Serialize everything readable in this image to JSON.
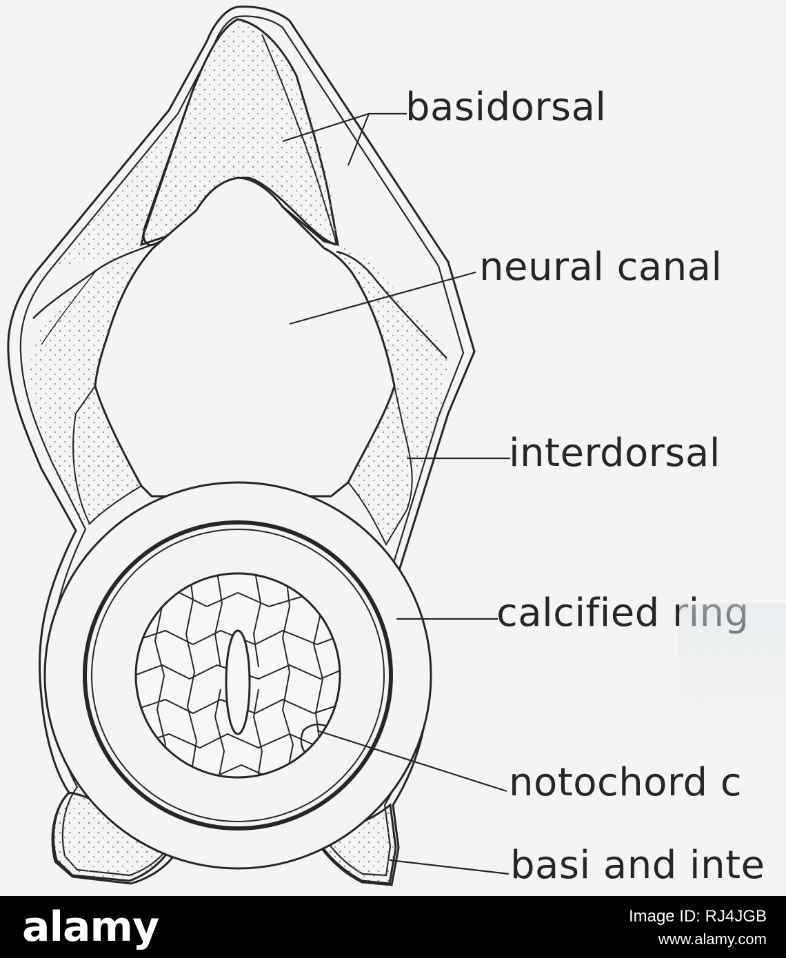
{
  "labels": {
    "basidorsal": "basidorsal",
    "neural_canal": "neural canal",
    "interdorsal": "interdorsal",
    "calcified_ring": "calcified ring",
    "notochord": "notochord c",
    "basi_inter": "basi and inte"
  },
  "banner": {
    "logo": "alamy",
    "image_id": "Image ID: RJ4JGB",
    "site": "www.alamy.com"
  },
  "colors": {
    "paper": "#f4f4f2",
    "ink": "#262626",
    "stipple": "#8a8a8a",
    "banner": "#000000"
  }
}
